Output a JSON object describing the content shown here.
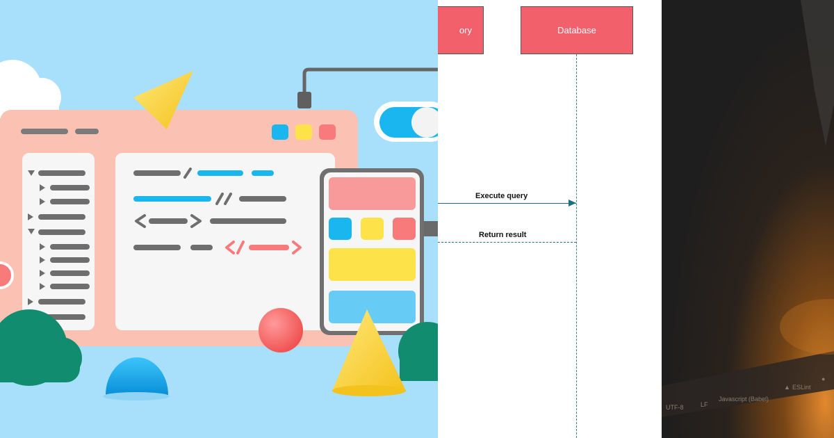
{
  "diagram": {
    "actors": [
      {
        "label": "ory"
      },
      {
        "label": "Database"
      }
    ],
    "messages": [
      {
        "label": "Execute query"
      },
      {
        "label": "Return result"
      }
    ]
  },
  "status_bar": {
    "encoding": "UTF-8",
    "line_ending": "LF",
    "language": "Javascript (Babel)",
    "linter": "ESLint"
  },
  "colors": {
    "sky": "#a8dffb",
    "window": "#fbc2b4",
    "accent_blue": "#1ab6f0",
    "accent_yellow": "#fde24a",
    "accent_red": "#f87a7a",
    "actor_fill": "#f2606b",
    "lifeline": "#3c7f92"
  }
}
